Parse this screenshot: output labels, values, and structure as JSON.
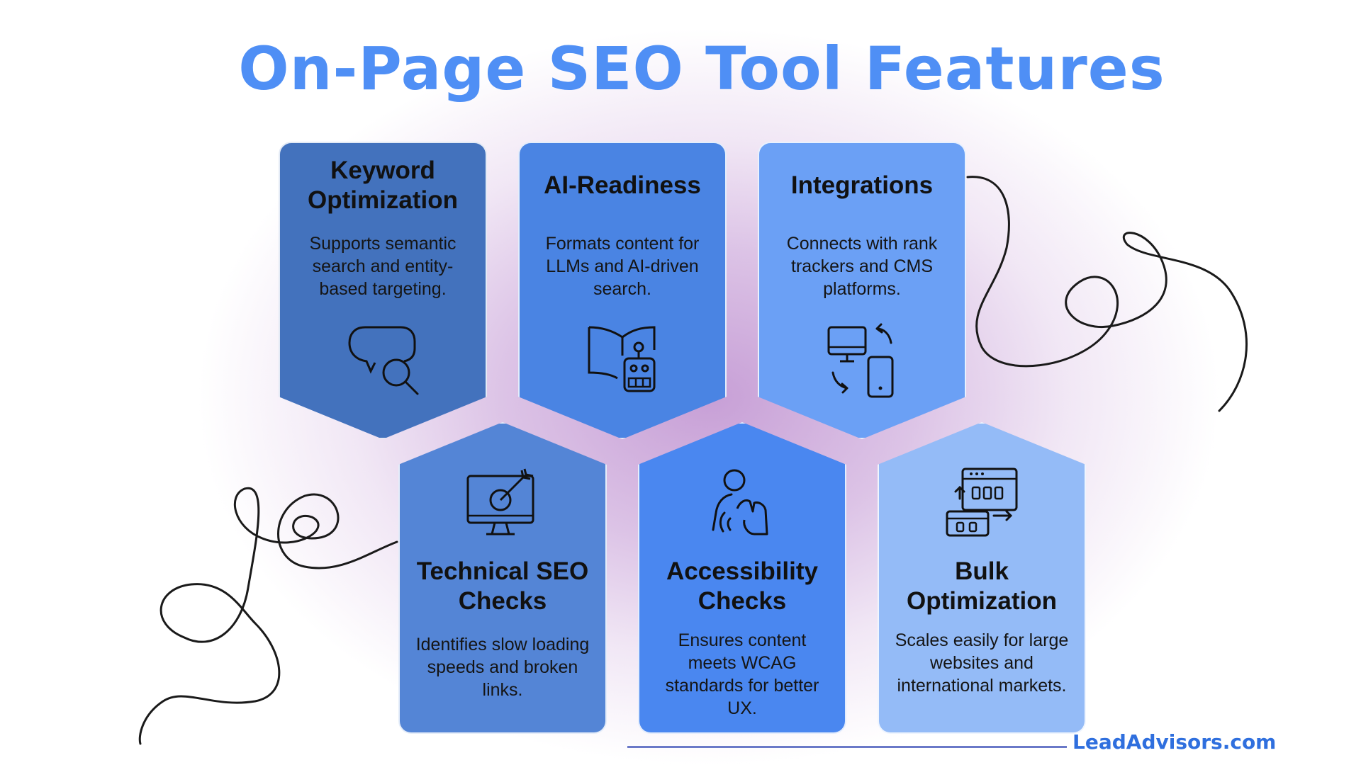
{
  "title": "On-Page SEO Tool Features",
  "brand": "LeadAdvisors.com",
  "colors": {
    "title": "#4f8ff5",
    "keyword": "#4372bd",
    "ai": "#4a84e3",
    "integrations": "#6ba0f5",
    "technical": "#5485d6",
    "accessibility": "#4a87f0",
    "bulk": "#94bbf7"
  },
  "cards": {
    "keyword": {
      "title": "Keyword Optimization",
      "desc": "Supports semantic search and entity-based targeting.",
      "icon": "chat-search-icon"
    },
    "ai": {
      "title": "AI-Readiness",
      "desc": "Formats content for LLMs and AI-driven search.",
      "icon": "book-robot-icon"
    },
    "integrations": {
      "title": "Integrations",
      "desc": "Connects with rank trackers and CMS platforms.",
      "icon": "devices-sync-icon"
    },
    "technical": {
      "title": "Technical SEO Checks",
      "desc": "Identifies slow loading speeds and broken links.",
      "icon": "monitor-target-icon"
    },
    "accessibility": {
      "title": "Accessibility Checks",
      "desc": "Ensures content meets WCAG standards for better UX.",
      "icon": "person-touch-icon"
    },
    "bulk": {
      "title": "Bulk Optimization",
      "desc": "Scales easily for large websites and international markets.",
      "icon": "bulk-windows-icon"
    }
  }
}
